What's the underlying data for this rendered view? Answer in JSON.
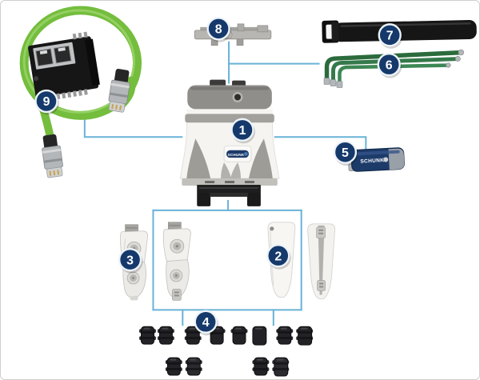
{
  "diagram": {
    "description": "exploded parts overview of a SCHUNK gripper scope of delivery",
    "background_color": "#ffffff",
    "connector_line_color": "#68b2d8",
    "callout_style": {
      "fill": "#15396b",
      "ring": "#edf3f9",
      "text_color": "#ffffff"
    },
    "callouts": [
      {
        "number": "1",
        "part": "gripper-base-unit"
      },
      {
        "number": "2",
        "part": "smooth-finger-pair"
      },
      {
        "number": "3",
        "part": "articulated-finger-pair"
      },
      {
        "number": "4",
        "part": "fingertip-insert-set"
      },
      {
        "number": "5",
        "part": "usb-flash-drive"
      },
      {
        "number": "6",
        "part": "hex-key-set"
      },
      {
        "number": "7",
        "part": "fastening-strap"
      },
      {
        "number": "8",
        "part": "mounting-bracket"
      },
      {
        "number": "9",
        "part": "ethernet-cable-with-module"
      }
    ],
    "branding": {
      "body_logo": "SCHUNK",
      "usb_logo": "SCHUNK"
    },
    "part_colors": {
      "cable_green": "#74bd3d",
      "hex_key_green": "#2c6b3c",
      "strap_black": "#161616",
      "usb_navy": "#1d3b69",
      "body_white": "#f5f4f1",
      "body_gray": "#908e8b",
      "insert_black": "#232327",
      "metal_gray": "#b8b6b2"
    }
  }
}
